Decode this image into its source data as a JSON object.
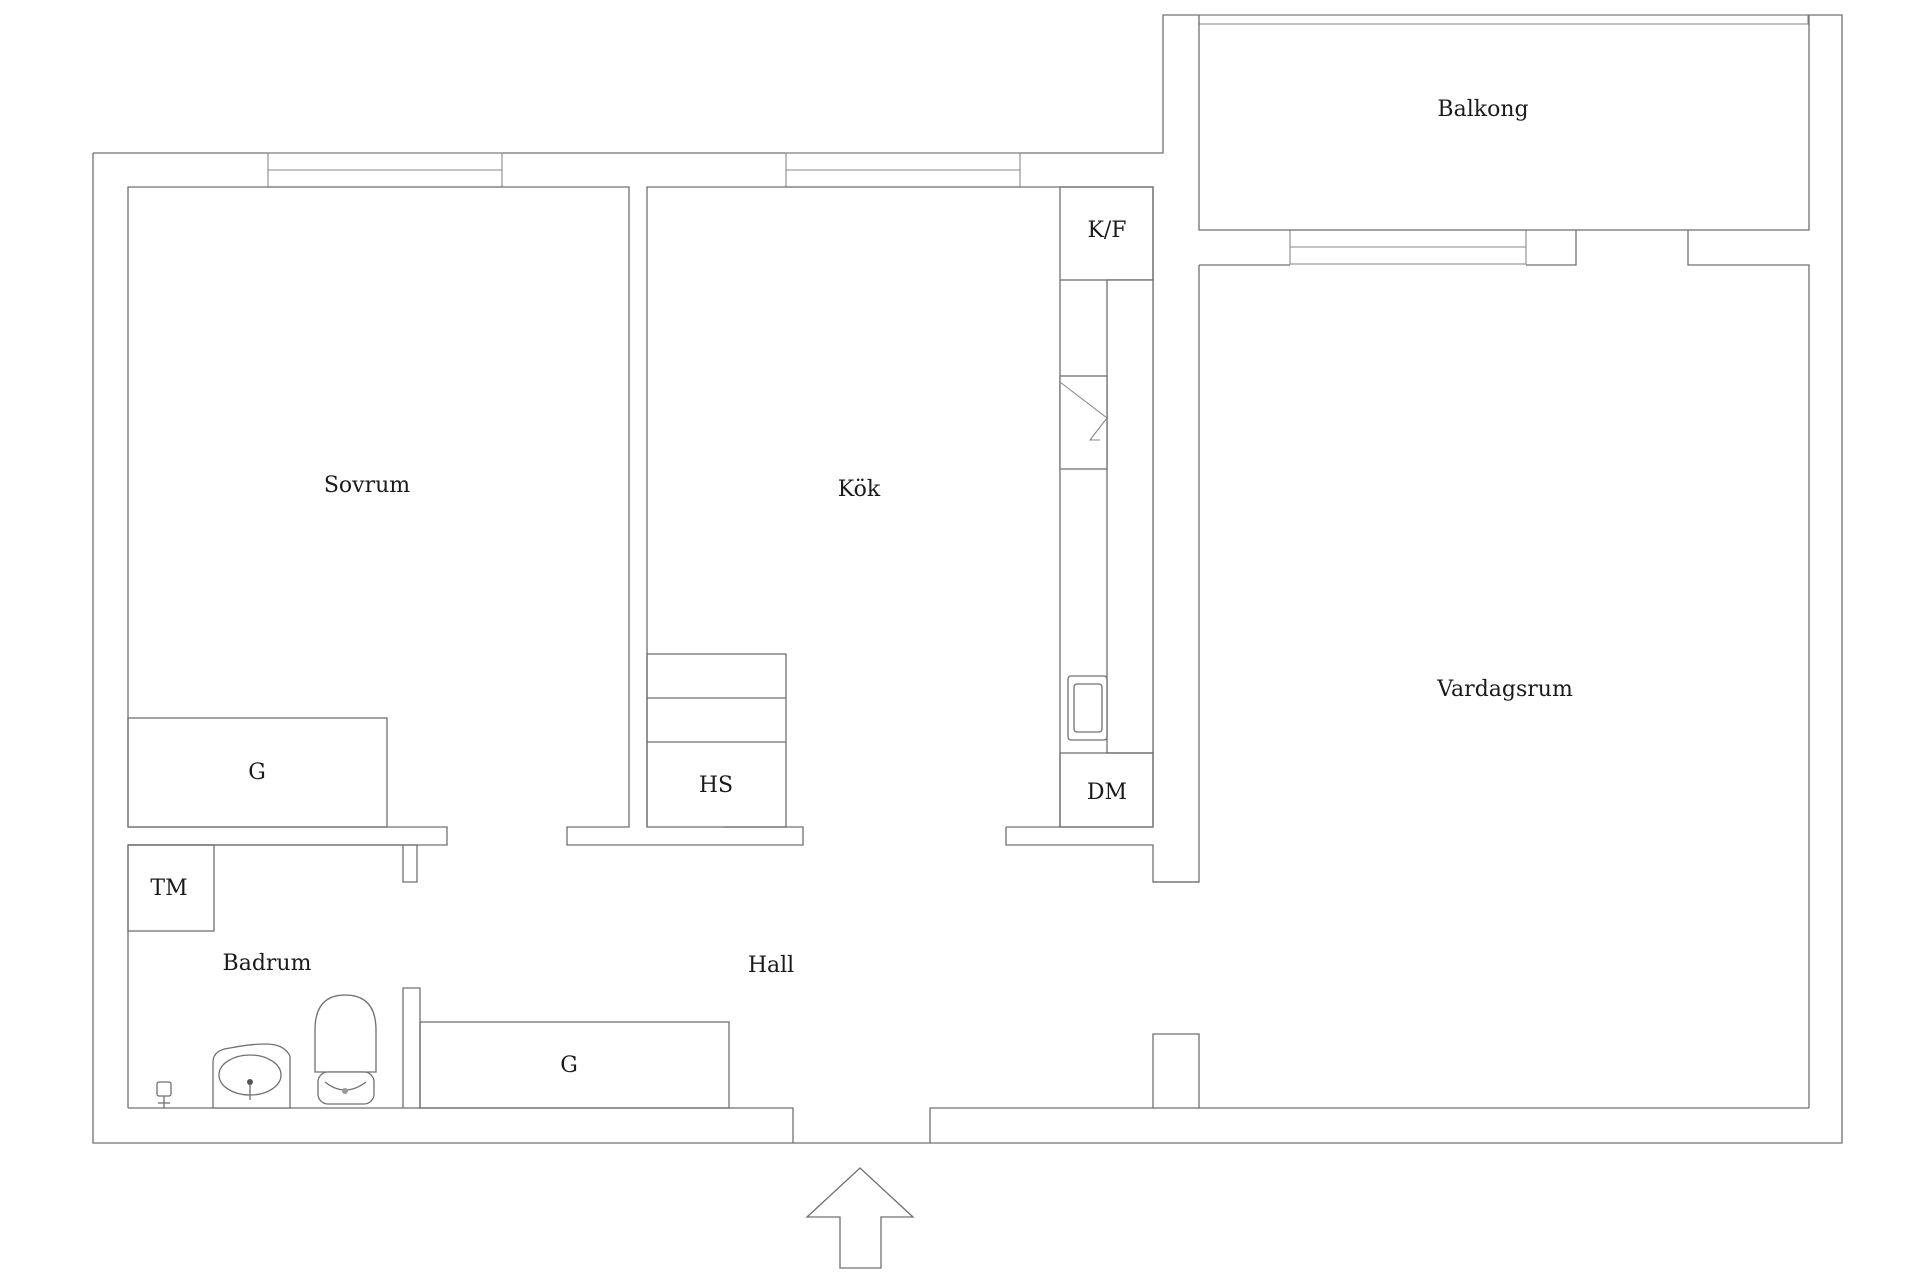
{
  "rooms": {
    "balkong": "Balkong",
    "sovrum": "Sovrum",
    "kok": "Kök",
    "kf": "K/F",
    "vardagsrum": "Vardagsrum",
    "sovrum_g": "G",
    "hs": "HS",
    "dm": "DM",
    "tm": "TM",
    "badrum": "Badrum",
    "hall": "Hall",
    "hall_g": "G"
  },
  "icons": {
    "entrance": "arrow-up-icon",
    "sink": "sink-icon",
    "toilet": "toilet-icon",
    "faucet": "faucet-icon",
    "stove": "stove-icon",
    "kitchen_sink": "kitchen-sink-icon"
  }
}
